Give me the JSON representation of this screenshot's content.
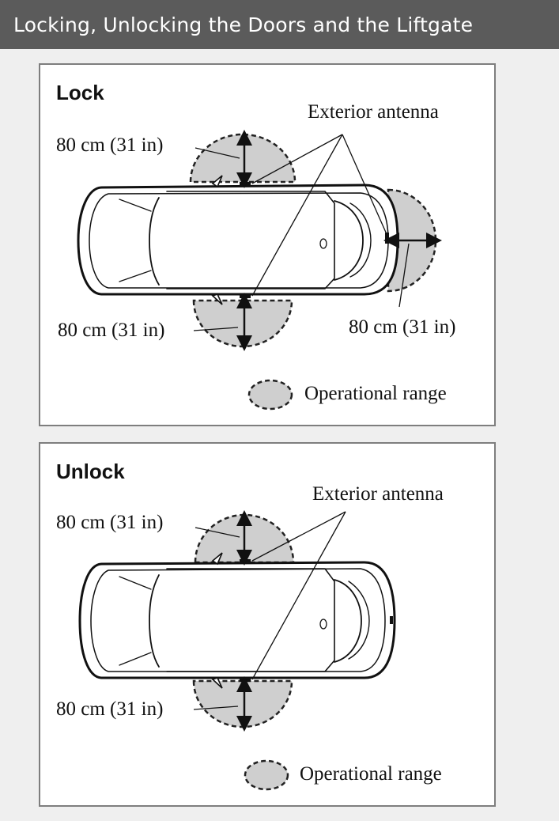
{
  "header": {
    "title": "Locking, Unlocking the Doors and the Liftgate"
  },
  "lock_panel": {
    "title": "Lock",
    "antenna_label": "Exterior antenna",
    "range_top": "80 cm (31 in)",
    "range_bottom": "80 cm (31 in)",
    "range_rear": "80 cm (31 in)",
    "legend_label": "Operational range"
  },
  "unlock_panel": {
    "title": "Unlock",
    "antenna_label": "Exterior antenna",
    "range_top": "80 cm (31 in)",
    "range_bottom": "80 cm (31 in)",
    "legend_label": "Operational range"
  },
  "colors": {
    "header_bg": "#5b5b5b",
    "range_fill": "#cfcfcf",
    "panel_border": "#7e7e7e"
  }
}
